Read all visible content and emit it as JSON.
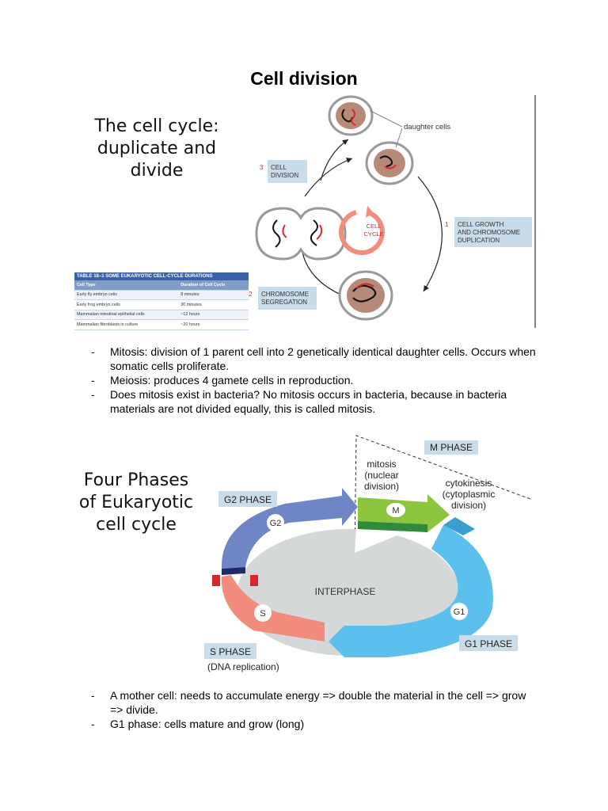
{
  "title": "Cell division",
  "section1": {
    "heading": [
      "The cell cycle:",
      "duplicate and",
      "divide"
    ],
    "diagram": {
      "daughter_label": "daughter cells",
      "cycle_label": [
        "CELL",
        "CYCLE"
      ],
      "steps": [
        {
          "num": "1",
          "lines": [
            "CELL GROWTH",
            "AND CHROMOSOME",
            "DUPLICATION"
          ]
        },
        {
          "num": "2",
          "lines": [
            "CHROMOSOME",
            "SEGREGATION"
          ]
        },
        {
          "num": "3",
          "lines": [
            "CELL",
            "DIVISION"
          ]
        }
      ]
    },
    "table": {
      "title": "TABLE 18–1 SOME EUKARYOTIC CELL-CYCLE DURATIONS",
      "headers": [
        "Cell Type",
        "Duration of Cell Cycle"
      ],
      "rows": [
        [
          "Early fly embryo cells",
          "8 minutes"
        ],
        [
          "Early frog embryo cells",
          "30 minutes"
        ],
        [
          "Mammalian intestinal epithelial cells",
          "~12 hours"
        ],
        [
          "Mammalian fibroblasts in culture",
          "~20 hours"
        ]
      ]
    }
  },
  "bullets1": [
    {
      "dash": "-",
      "text": "Mitosis: division of 1 parent cell into 2 genetically identical daughter cells. Occurs when somatic cells proliferate."
    },
    {
      "dash": "-",
      "text": "Meiosis: produces 4 gamete cells in reproduction."
    },
    {
      "dash": "-",
      "text": "Does mitosis exist in bacteria? No mitosis occurs in bacteria, because in bacteria materials are not divided equally, this is called mitosis."
    }
  ],
  "section2": {
    "heading": [
      "Four Phases",
      "of Eukaryotic",
      "cell cycle"
    ],
    "diagram": {
      "m_phase": "M PHASE",
      "mitosis": [
        "mitosis",
        "(nuclear",
        "division)"
      ],
      "cytokinesis": [
        "cytokinesis",
        "(cytoplasmic",
        "division)"
      ],
      "m": "M",
      "g2_phase": "G2 PHASE",
      "g2": "G2",
      "interphase": "INTERPHASE",
      "s": "S",
      "g1": "G1",
      "g1_phase": "G1 PHASE",
      "s_phase": "S PHASE",
      "dna": "(DNA replication)"
    }
  },
  "bullets2": [
    {
      "dash": "-",
      "text": "A mother cell: needs to accumulate energy => double the material in the cell => grow => divide."
    },
    {
      "dash": "-",
      "text": "G1 phase: cells mature and grow (long)"
    }
  ],
  "colors": {
    "g2": "#6f86c6",
    "m": "#8cc63f",
    "g1": "#5bc0ee",
    "s": "#f28c7c",
    "s_dark": "#d7262e",
    "label_box": "#c9dcea"
  }
}
